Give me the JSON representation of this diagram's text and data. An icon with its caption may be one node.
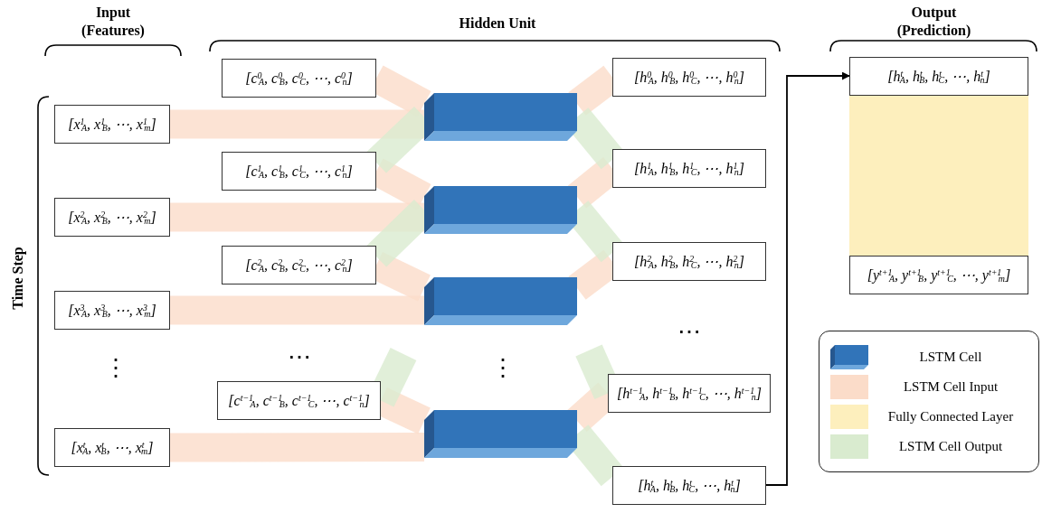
{
  "diagram": {
    "nodes": [
      {
        "text": [
          "[x$^{1}$$_{A}$, x$^{1}$$_{B}$, ⋯, x$^{1}$$_{m}$]"
        ]
      },
      {
        "text": [
          "[x$^{2}$$_{A}$, x$^{2}$$_{B}$, ⋯, x$^{2}$$_{m}$]"
        ]
      },
      {
        "text": [
          "[x$^{3}$$_{A}$, x$^{3}$$_{B}$, ⋯, x$^{3}$$_{m}$]"
        ]
      },
      {
        "text": [
          "[x$^{t}$$_{A}$, x$^{t}$$_{B}$, ⋯, x$^{t}$$_{m}$]"
        ]
      },
      {
        "text": [
          "[c$^{0}$$_{A}$, c$^{0}$$_{B}$, c$^{0}$$_{C}$, ⋯, c$^{0}$$_{n}$]"
        ]
      },
      {
        "text": [
          "[c$^{1}$$_{A}$, c$^{1}$$_{B}$, c$^{1}$$_{C}$, ⋯, c$^{1}$$_{n}$]"
        ]
      },
      {
        "text": [
          "[c$^{2}$$_{A}$, c$^{2}$$_{B}$, c$^{2}$$_{C}$, ⋯, c$^{2}$$_{n}$]"
        ]
      },
      {
        "text": [
          "[c$^{t−1}$$_{A}$, c$^{t−1}$$_{B}$, c$^{t−1}$$_{C}$, ⋯, c$^{t−1}$$_{n}$]"
        ]
      },
      {
        "text": [],
        "shape": "box"
      },
      {
        "text": [],
        "shape": "box"
      },
      {
        "text": [],
        "shape": "box"
      },
      {
        "text": [],
        "shape": "box"
      },
      {
        "text": [
          "[h$^{0}$$_{A}$, h$^{0}$$_{B}$, h$^{0}$$_{C}$, ⋯, h$^{0}$$_{n}$]"
        ]
      },
      {
        "text": [
          "[h$^{1}$$_{A}$, h$^{1}$$_{B}$, h$^{1}$$_{C}$, ⋯, h$^{1}$$_{n}$]"
        ]
      },
      {
        "text": [
          "[h$^{2}$$_{A}$, h$^{2}$$_{B}$, h$^{2}$$_{C}$, ⋯, h$^{2}$$_{n}$]"
        ]
      },
      {
        "text": [
          "[h$^{t−1}$$_{A}$, h$^{t−1}$$_{B}$, h$^{t−1}$$_{C}$, ⋯, h$^{t−1}$$_{n}$]"
        ]
      },
      {
        "text": [
          "[h$^{t}$$_{A}$, h$^{t}$$_{B}$, h$^{t}$$_{C}$, ⋯, h$^{t}$$_{n}$]"
        ]
      },
      {
        "text": [
          "[h$^{t}$$_{A}$, h$^{t}$$_{B}$, h$^{t}$$_{C}$, ⋯, h$^{t}$$_{n}$]"
        ]
      },
      {
        "text": [],
        "shape": "bar"
      },
      {
        "text": [
          "[y$^{t+1}$$_{A}$, y$^{t+1}$$_{B}$, y$^{t+1}$$_{C}$, ⋯, y$^{t+1}$$_{m}$]"
        ]
      }
    ],
    "edges": [
      {
        "from": 0,
        "to": 8,
        "arrow": "none"
      },
      {
        "from": 1,
        "to": 9,
        "arrow": "none"
      },
      {
        "from": 2,
        "to": 10,
        "arrow": "none"
      },
      {
        "from": 3,
        "to": 11,
        "arrow": "none"
      },
      {
        "from": 4,
        "to": 8,
        "arrow": "none"
      },
      {
        "from": 5,
        "to": 9,
        "arrow": "none"
      },
      {
        "from": 6,
        "to": 10,
        "arrow": "none"
      },
      {
        "from": 7,
        "to": 11,
        "arrow": "none"
      },
      {
        "from": 12,
        "to": 8,
        "arrow": "none"
      },
      {
        "from": 13,
        "to": 9,
        "arrow": "none"
      },
      {
        "from": 14,
        "to": 10,
        "arrow": "none"
      },
      {
        "from": 15,
        "to": 11,
        "arrow": "none"
      },
      {
        "from": 8,
        "to": 5,
        "arrow": "none",
        "color": "#d9ebcf"
      },
      {
        "from": 8,
        "to": 13,
        "arrow": "none",
        "color": "#d9ebcf"
      },
      {
        "from": 9,
        "to": 6,
        "arrow": "none",
        "color": "#d9ebcf"
      },
      {
        "from": 9,
        "to": 14,
        "arrow": "none",
        "color": "#d9ebcf"
      },
      {
        "from": null,
        "to": 7,
        "arrow": "none",
        "color": "#d9ebcf"
      },
      {
        "from": null,
        "to": 15,
        "arrow": "none",
        "color": "#d9ebcf"
      },
      {
        "from": 11,
        "to": 16,
        "arrow": "none",
        "color": "#d9ebcf"
      },
      {
        "from": 16,
        "to": 17,
        "arrow": "to",
        "color": "#000000"
      }
    ],
    "labels": [
      "Input (Features)",
      "Hidden Unit",
      "Output (Prediction)",
      "Time Step",
      "⋮",
      "⋯",
      "⋮",
      "⋯"
    ],
    "legend": [
      {
        "text": "LSTM Cell"
      },
      {
        "text": "LSTM Cell Input",
        "color": "#fbdcc9"
      },
      {
        "text": "Fully Connected Layer",
        "color": "#fdefbd"
      },
      {
        "text": "LSTM Cell Output",
        "color": "#d9ebcf"
      }
    ]
  }
}
